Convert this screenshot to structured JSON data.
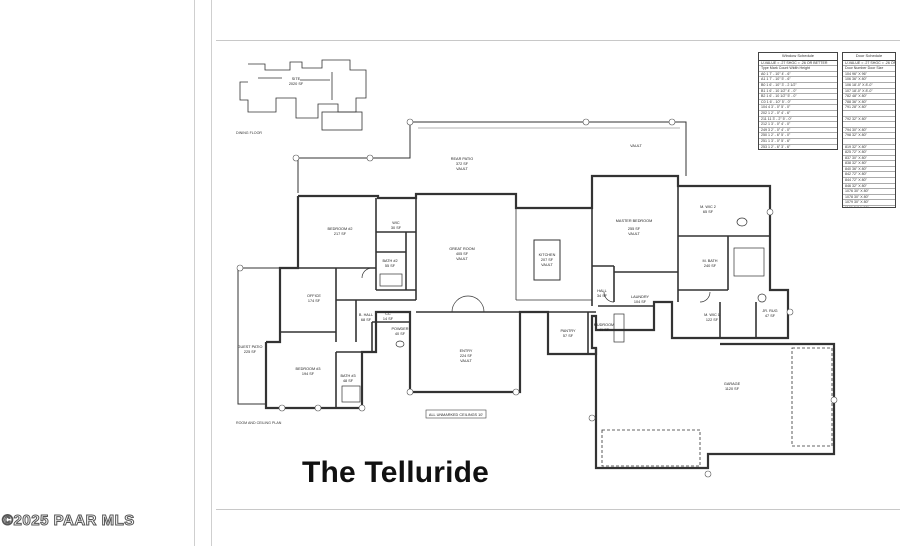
{
  "plan": {
    "title": "The Telluride",
    "watermark": "©2025 PAAR MLS",
    "ceiling_note": "ALL UNMARKED CEILINGS 10'",
    "room_label_small": "ROOM AND CEILING PLAN",
    "dinning_floor_label": "DINING FLOOR",
    "rooms": [
      {
        "key": "rear_patio",
        "name": "REAR PATIO",
        "area": "372 SF",
        "note": "VAULT"
      },
      {
        "key": "vault_top",
        "name": "VAULT",
        "area": "",
        "note": ""
      },
      {
        "key": "bedroom2",
        "name": "BEDROOM #2",
        "area": "217 SF",
        "note": ""
      },
      {
        "key": "wic",
        "name": "WIC",
        "area": "30 SF",
        "note": ""
      },
      {
        "key": "bath2",
        "name": "BATH #2",
        "area": "55 SF",
        "note": ""
      },
      {
        "key": "great_room",
        "name": "GREAT ROOM",
        "area": "405 SF",
        "note": "VAULT"
      },
      {
        "key": "kitchen",
        "name": "KITCHEN",
        "area": "207 SF",
        "note": "VAULT"
      },
      {
        "key": "master_bedroom",
        "name": "MASTER BEDROOM",
        "area": "255 SF",
        "note": "VAULT"
      },
      {
        "key": "m_wic2",
        "name": "M. WIC 2",
        "area": "65 SF",
        "note": ""
      },
      {
        "key": "m_bath",
        "name": "M. BATH",
        "area": "240 SF",
        "note": ""
      },
      {
        "key": "office",
        "name": "OFFICE",
        "area": "174 SF",
        "note": ""
      },
      {
        "key": "hall",
        "name": "HALL",
        "area": "34 SF",
        "note": ""
      },
      {
        "key": "laundry",
        "name": "LAUNDRY",
        "area": "104 SF",
        "note": ""
      },
      {
        "key": "m_wic1",
        "name": "M. WIC 1",
        "area": "122 SF",
        "note": ""
      },
      {
        "key": "jr_rug",
        "name": "JR. RUG",
        "area": "47 SF",
        "note": ""
      },
      {
        "key": "b_hall",
        "name": "B. HALL",
        "area": "68 SF",
        "note": ""
      },
      {
        "key": "cc",
        "name": "CC",
        "area": "14 SF",
        "note": ""
      },
      {
        "key": "powder",
        "name": "POWDER",
        "area": "40 SF",
        "note": ""
      },
      {
        "key": "pantry",
        "name": "PANTRY",
        "area": "57 SF",
        "note": ""
      },
      {
        "key": "mudroom",
        "name": "MUDROOM",
        "area": "41 SF",
        "note": ""
      },
      {
        "key": "guest_patio",
        "name": "GUEST PATIO",
        "area": "225 SF",
        "note": ""
      },
      {
        "key": "bedroom3",
        "name": "BEDROOM #3",
        "area": "194 SF",
        "note": ""
      },
      {
        "key": "bath3",
        "name": "BATH #3",
        "area": "48 SF",
        "note": ""
      },
      {
        "key": "entry",
        "name": "ENTRY",
        "area": "224 SF",
        "note": "VAULT"
      },
      {
        "key": "garage",
        "name": "GARAGE",
        "area": "1120 SF",
        "note": ""
      },
      {
        "key": "site",
        "name": "SITE",
        "area": "2020 SF",
        "note": ""
      }
    ]
  },
  "window_schedule": {
    "title": "Window Schedule",
    "note": "U-VALUE = .27  SHGC = .26  OR BETTER",
    "headers": "Type Mark  Count  Width  Height",
    "rows": [
      "A0  1  7' - 10\"  4' - 6\"",
      "A1  1  7' - 10\"  5' - 6\"",
      "B0  1  6' - 10\"  3' - 2 1/2\"",
      "B1  1  6' - 10 1/2\"  4' - 0\"",
      "B2  1  6' - 10 1/2\"  5' - 0\"",
      "C0  1  6' - 10\"  5' - 0\"",
      "104  4  3' - 0\"  5' - 0\"",
      "202  1  2' - 0\"  4' - 6\"",
      "211  11  3' - 2\"  5' - 0\"",
      "212  1  3' - 0\"  4' - 0\"",
      "249  3  2' - 0\"  4' - 0\"",
      "250  1  2' - 6\"  5' - 0\"",
      "251  1  3' - 0\"  5' - 6\"",
      "253  1  2' - 6\"  3' - 6\""
    ]
  },
  "door_schedule": {
    "title": "Door Schedule",
    "note": "U-VALUE = .27  SHGC = .26  OR BETTER",
    "headers": "Door Number  Door Size",
    "rows": [
      "104  96\" X 96\"",
      "106  36\" X 80\"",
      "106  18'-0\" X 8'-0\"",
      "107  18'-0\" X 8'-0\"",
      "782  48\" X 80\"",
      "788  36\" X 80\"",
      "791  28\" X 80\"",
      "",
      "792  32\" X 80\"",
      "",
      "794  30\" X 80\"",
      "798  32\" X 80\"",
      "",
      "819  32\" X 80\"",
      "825  72\" X 80\"",
      "837  30\" X 80\"",
      "838  32\" X 80\"",
      "840  36\" X 80\"",
      "842  72\" X 80\"",
      "844  72\" X 80\"",
      "846  32\" X 80\"",
      "1076  30\" X 80\"",
      "1078  30\" X 80\"",
      "1079  30\" X 80\"",
      "1189  24\" X 80\""
    ]
  }
}
